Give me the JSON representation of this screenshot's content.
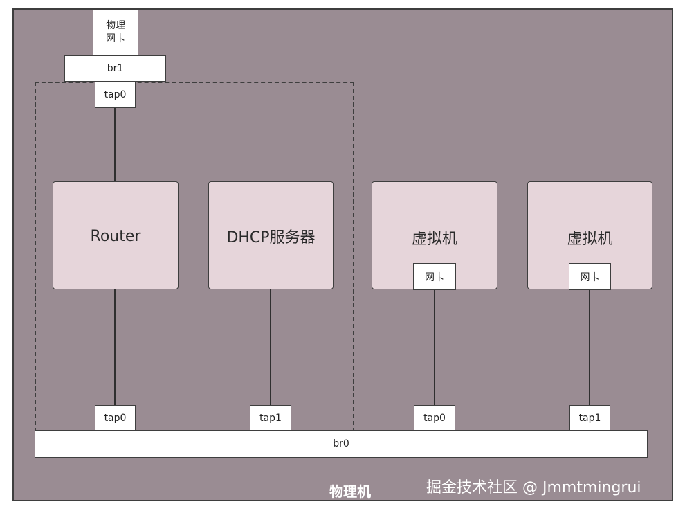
{
  "physical_nic": {
    "line1": "物理",
    "line2": "网卡"
  },
  "bridge_br1": "br1",
  "bridge_br0": "br0",
  "router": {
    "name": "Router",
    "top_tap": "tap0",
    "bottom_tap": "tap0"
  },
  "dhcp": {
    "name": "DHCP服务器",
    "tap": "tap1"
  },
  "vm1": {
    "name": "虚拟机",
    "nic": "网卡",
    "tap": "tap0"
  },
  "vm2": {
    "name": "虚拟机",
    "nic": "网卡",
    "tap": "tap1"
  },
  "host_label": "物理机",
  "watermark": "掘金技术社区 @ Jmmtmingrui"
}
